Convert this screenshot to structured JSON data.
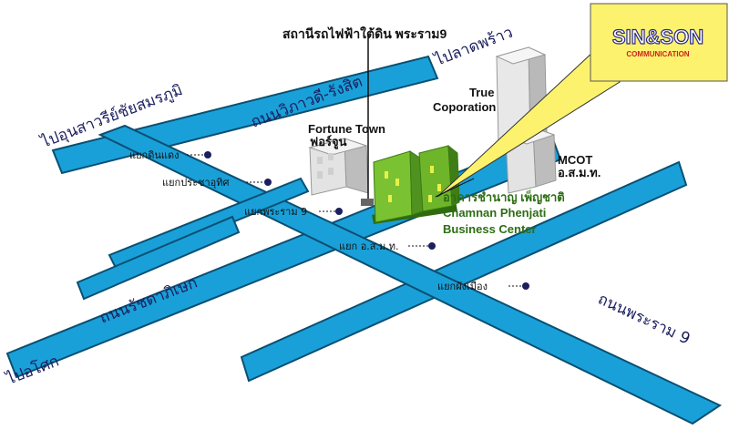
{
  "logo": {
    "title": "SIN&SON",
    "subtitle": "COMMUNICATION",
    "color_background": "#fdf26e",
    "color_text": "#2a2a8a",
    "color_subtitle": "#c8241e"
  },
  "station": {
    "name": "สถานีรถไฟฟ้าใต้ดิน พระราม9"
  },
  "roads": {
    "to_suthisarn": "ไปอุนสาวรีย์ชัยสมรภูมิ",
    "vibhavadi": "ถนนวิภาวดี-รังสิต",
    "to_latphrao": "ไปลาดพร้าว",
    "ratchadaphisek": "ถนนรัชดาภิเษก",
    "to_chok": "ไปอโศก",
    "rama9": "ถนนพระราม 9",
    "color_road": "#1aa0d8"
  },
  "junctions": [
    "แยกดินแดง",
    "แยกประชาอุทิศ",
    "แยกพระราม 9",
    "แยก อ.ส.ม.ท.",
    "แยกผังเมือง"
  ],
  "buildings": {
    "fortune_en": "Fortune Town",
    "fortune_th": "ฟอร์จูน",
    "true_1": "True",
    "true_2": "Coporation",
    "mcot_en": "MCOT",
    "mcot_th": "อ.ส.ม.ท."
  },
  "center": {
    "thai": "อาคารชำนาญ เพ็ญชาติ",
    "en_1": "Chamnan Phenjati",
    "en_2": "Business Center",
    "color": "#2c6e13"
  }
}
